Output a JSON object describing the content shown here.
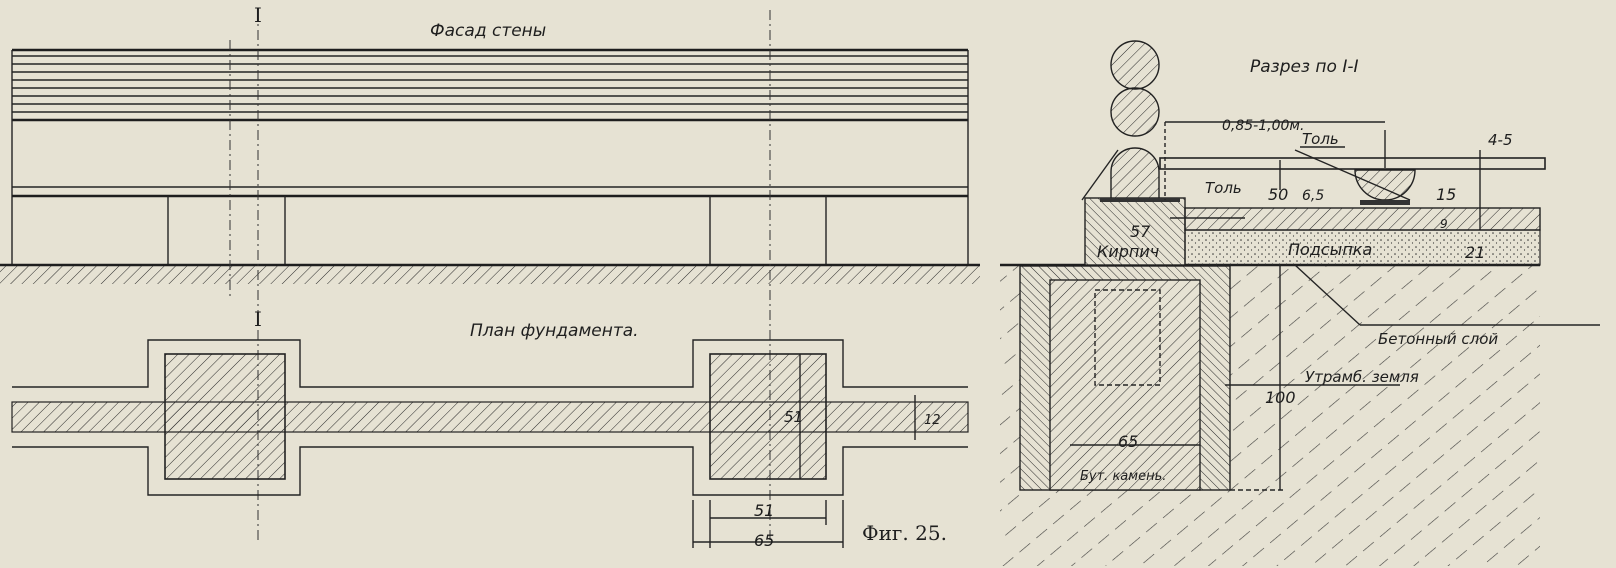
{
  "figure_caption": "Фиг. 25.",
  "facade": {
    "title": "Фасад стены",
    "section_mark_top": "I",
    "section_mark_bottom": "I"
  },
  "plan": {
    "title": "План фундамента.",
    "dim_pier_height": "51",
    "dim_strip": "12",
    "dim_inner": "51",
    "dim_outer": "65"
  },
  "section": {
    "title": "Разрез по I-I",
    "dim_span": "0,85-1,00м.",
    "label_tol_upper": "Толь",
    "label_tol_lower": "Толь",
    "dim_board": "4-5",
    "dim_50": "50",
    "dim_6_5": "6,5",
    "dim_15": "15",
    "dim_57": "57",
    "dim_9": "9",
    "label_brick": "Кирпич",
    "label_fill": "Подсыпка",
    "dim_21": "21",
    "label_concrete": "Бетонный слой",
    "label_earth": "Утрамб. земля",
    "dim_100": "100",
    "dim_65": "65",
    "label_stone": "Бут. камень."
  }
}
